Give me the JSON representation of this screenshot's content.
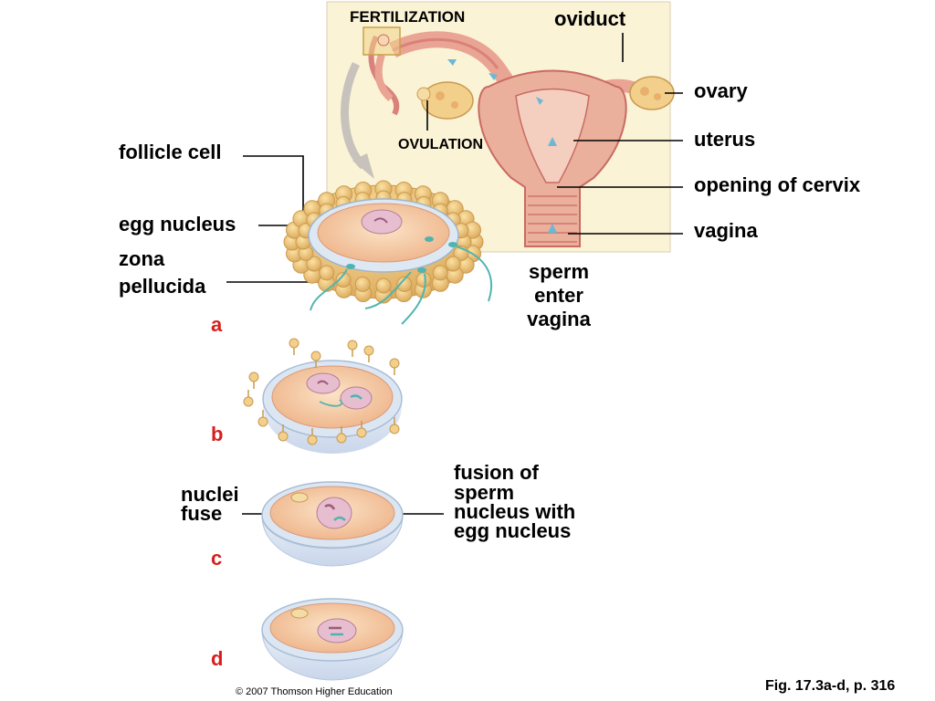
{
  "labels": {
    "fertilization": "FERTILIZATION",
    "oviduct": "oviduct",
    "ovary": "ovary",
    "uterus": "uterus",
    "ovulation": "OVULATION",
    "opening_cervix": "opening of cervix",
    "vagina": "vagina",
    "follicle_cell": "follicle cell",
    "egg_nucleus": "egg nucleus",
    "zona_line1": "zona",
    "zona_line2": "pellucida",
    "sperm_line1": "sperm",
    "sperm_line2": "enter",
    "sperm_line3": "vagina",
    "nuclei_line1": "nuclei",
    "nuclei_line2": "fuse",
    "fusion_line1": "fusion of",
    "fusion_line2": "sperm",
    "fusion_line3": "nucleus with",
    "fusion_line4": "egg nucleus"
  },
  "steps": {
    "a": "a",
    "b": "b",
    "c": "c",
    "d": "d"
  },
  "footer": {
    "copyright": "© 2007 Thomson Higher Education",
    "figure": "Fig. 17.3a-d, p. 316"
  },
  "colors": {
    "panel_bg": "#fbf3d6",
    "tissue": "#e9a493",
    "tissue_dark": "#c96a63",
    "follicle": "#eec77a",
    "egg": "#f7cfa6",
    "zona": "#d6e4f0",
    "nucleus": "#e6b7c8",
    "sperm": "#4fb4b0",
    "step_letter": "#d81e1e"
  },
  "icons": [
    "curved-arrow-icon",
    "sperm-icon"
  ]
}
